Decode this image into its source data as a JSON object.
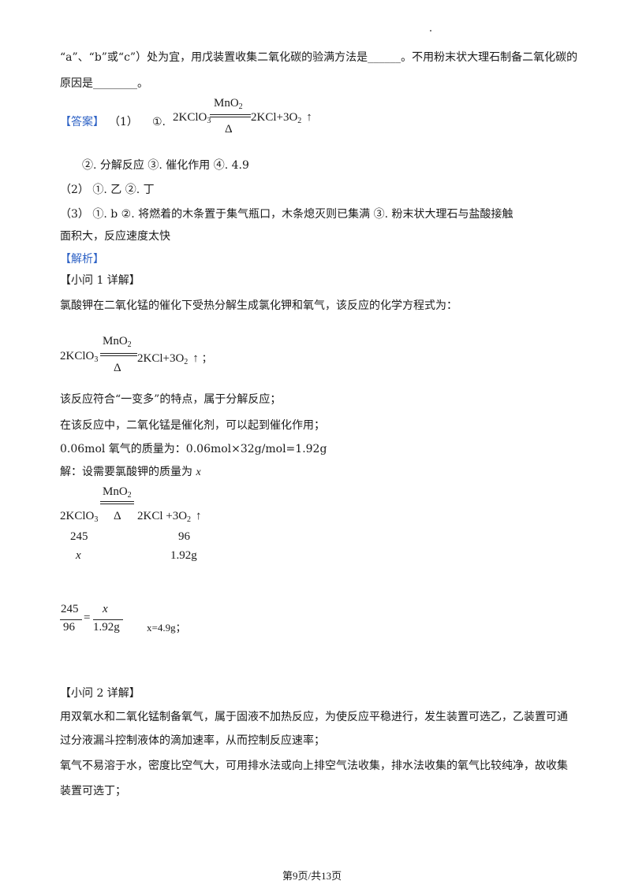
{
  "line1": "“a”、“b”或“c”）处为宜，用戊装置收集二氧化碳的验满方法是______。不用粉末状大理石制备二氧化碳的",
  "line2": "原因是________。",
  "answer_tag": "【答案】",
  "ans1_num": "（1）",
  "ans1_mark": "①.",
  "eq_left": "2KClO",
  "eq_left_sub": "3",
  "catalyst": "MnO",
  "catalyst_sub": "2",
  "heat": "Δ",
  "eq_right_a": "2KCl+3O",
  "eq_right_sub": "2",
  "gas_arrow": "↑",
  "ans1_rest": "②. 分解反应      ③. 催化作用      ④. 4.9",
  "ans2": "（2）      ①. 乙      ②. 丁",
  "ans3": "（3）      ①. b      ②. 将燃着的木条置于集气瓶口，木条熄灭则已集满      ③. 粉末状大理石与盐酸接触",
  "ans3_cont": "面积大，反应速度太快",
  "analysis_tag": "【解析】",
  "q1_head": "【小问 1 详解】",
  "q1_p1": "氯酸钾在二氧化锰的催化下受热分解生成氯化钾和氧气，该反应的化学方程式为：",
  "eq2_tail": "；",
  "q1_p2": "该反应符合“一变多”的特点，属于分解反应；",
  "q1_p3": "在该反应中，二氧化锰是催化剂，可以起到催化作用；",
  "q1_p4": "0.06mol 氧气的质量为：0.06mol×32g/mol=1.92g",
  "q1_p5": "解：设需要氯酸钾的质量为 ",
  "var_x": "x",
  "eq3_left": "2KClO",
  "eq3_mid": "2KCl +3O",
  "m245": "245",
  "m96": "96",
  "mass_known": "1.92g",
  "frac_num_left": "245",
  "frac_den_left": "96",
  "equals": "=",
  "frac_den_right": "1.92g",
  "result": "x=4.9g；",
  "q2_head": "【小问 2 详解】",
  "q2_p1": "用双氧水和二氧化锰制备氧气，属于固液不加热反应，为使反应平稳进行，发生装置可选乙，乙装置可通",
  "q2_p2": "过分液漏斗控制液体的滴加速率，从而控制反应速率；",
  "q2_p3": "氧气不易溶于水，密度比空气大，可用排水法或向上排空气法收集，排水法收集的氧气比较纯净，故收集",
  "q2_p4": "装置可选丁；",
  "footer": "第9页/共13页"
}
